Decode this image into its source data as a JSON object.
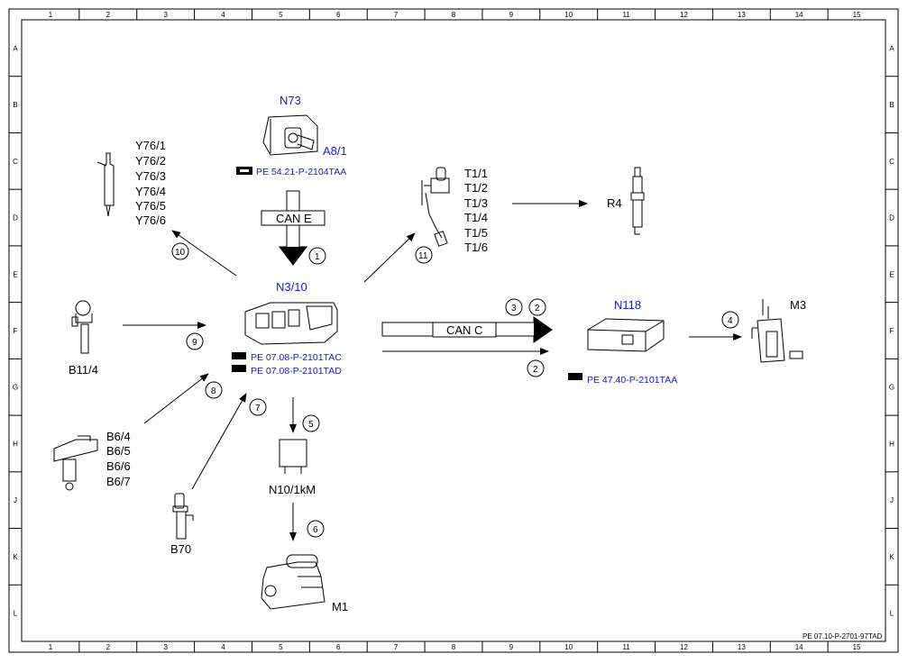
{
  "grid": {
    "columns": [
      "1",
      "2",
      "3",
      "4",
      "5",
      "6",
      "7",
      "8",
      "9",
      "10",
      "11",
      "12",
      "13",
      "14",
      "15"
    ],
    "rows": [
      "A",
      "B",
      "C",
      "D",
      "E",
      "F",
      "G",
      "H",
      "J",
      "K",
      "L"
    ]
  },
  "components": {
    "n73": "N73",
    "a8_1": "A8/1",
    "n3_10": "N3/10",
    "n118": "N118",
    "m3": "M3",
    "r4": "R4",
    "b11_4": "B11/4",
    "b70": "B70",
    "n10_1km": "N10/1kM",
    "m1": "M1"
  },
  "groups": {
    "y76": [
      "Y76/1",
      "Y76/2",
      "Y76/3",
      "Y76/4",
      "Y76/5",
      "Y76/6"
    ],
    "t1": [
      "T1/1",
      "T1/2",
      "T1/3",
      "T1/4",
      "T1/5",
      "T1/6"
    ],
    "b6": [
      "B6/4",
      "B6/5",
      "B6/6",
      "B6/7"
    ]
  },
  "references": {
    "n73_ref": "PE 54.21-P-2104TAA",
    "n3_10_ref1": "PE 07.08-P-2101TAC",
    "n3_10_ref2": "PE 07.08-P-2101TAD",
    "n118_ref": "PE 47.40-P-2101TAA"
  },
  "bus": {
    "can_e": "CAN E",
    "can_c": "CAN C"
  },
  "steps": {
    "s1": "1",
    "s2a": "2",
    "s2b": "2",
    "s3": "3",
    "s4": "4",
    "s5": "5",
    "s6": "6",
    "s7": "7",
    "s8": "8",
    "s9": "9",
    "s10": "10",
    "s11": "11"
  },
  "footer": "PE 07.10-P-2701-97TAD",
  "colors": {
    "component_blue": "#1a1ad0",
    "line": "#000000"
  }
}
